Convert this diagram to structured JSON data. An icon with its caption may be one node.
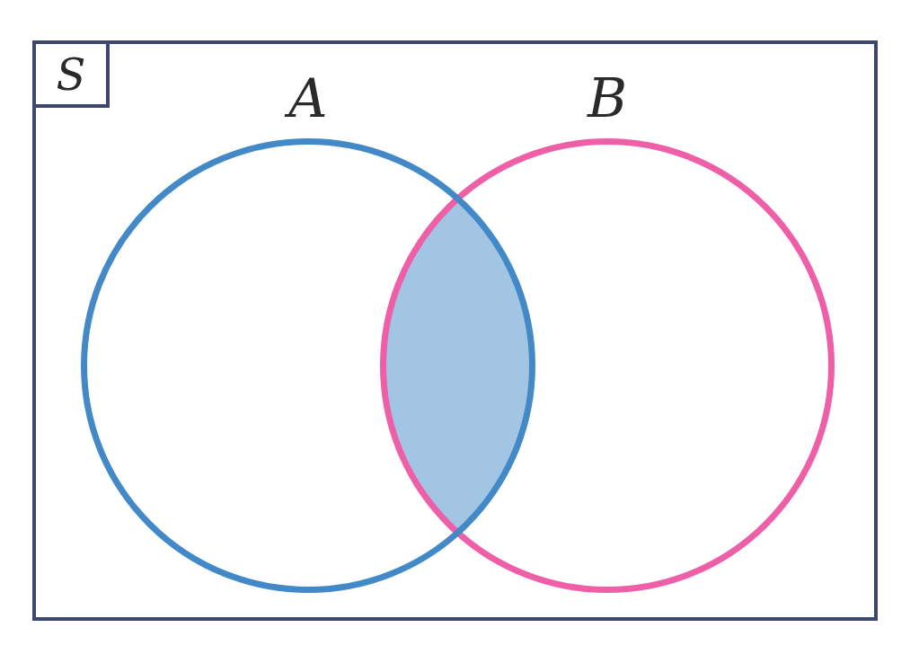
{
  "diagram": {
    "nodes": [
      {
        "text": [
          "S"
        ]
      },
      {
        "text": [
          "A"
        ],
        "in": 0
      },
      {
        "text": [
          "B"
        ],
        "in": 0
      },
      {
        "text": [],
        "shape": "lens",
        "in": 0
      }
    ]
  }
}
